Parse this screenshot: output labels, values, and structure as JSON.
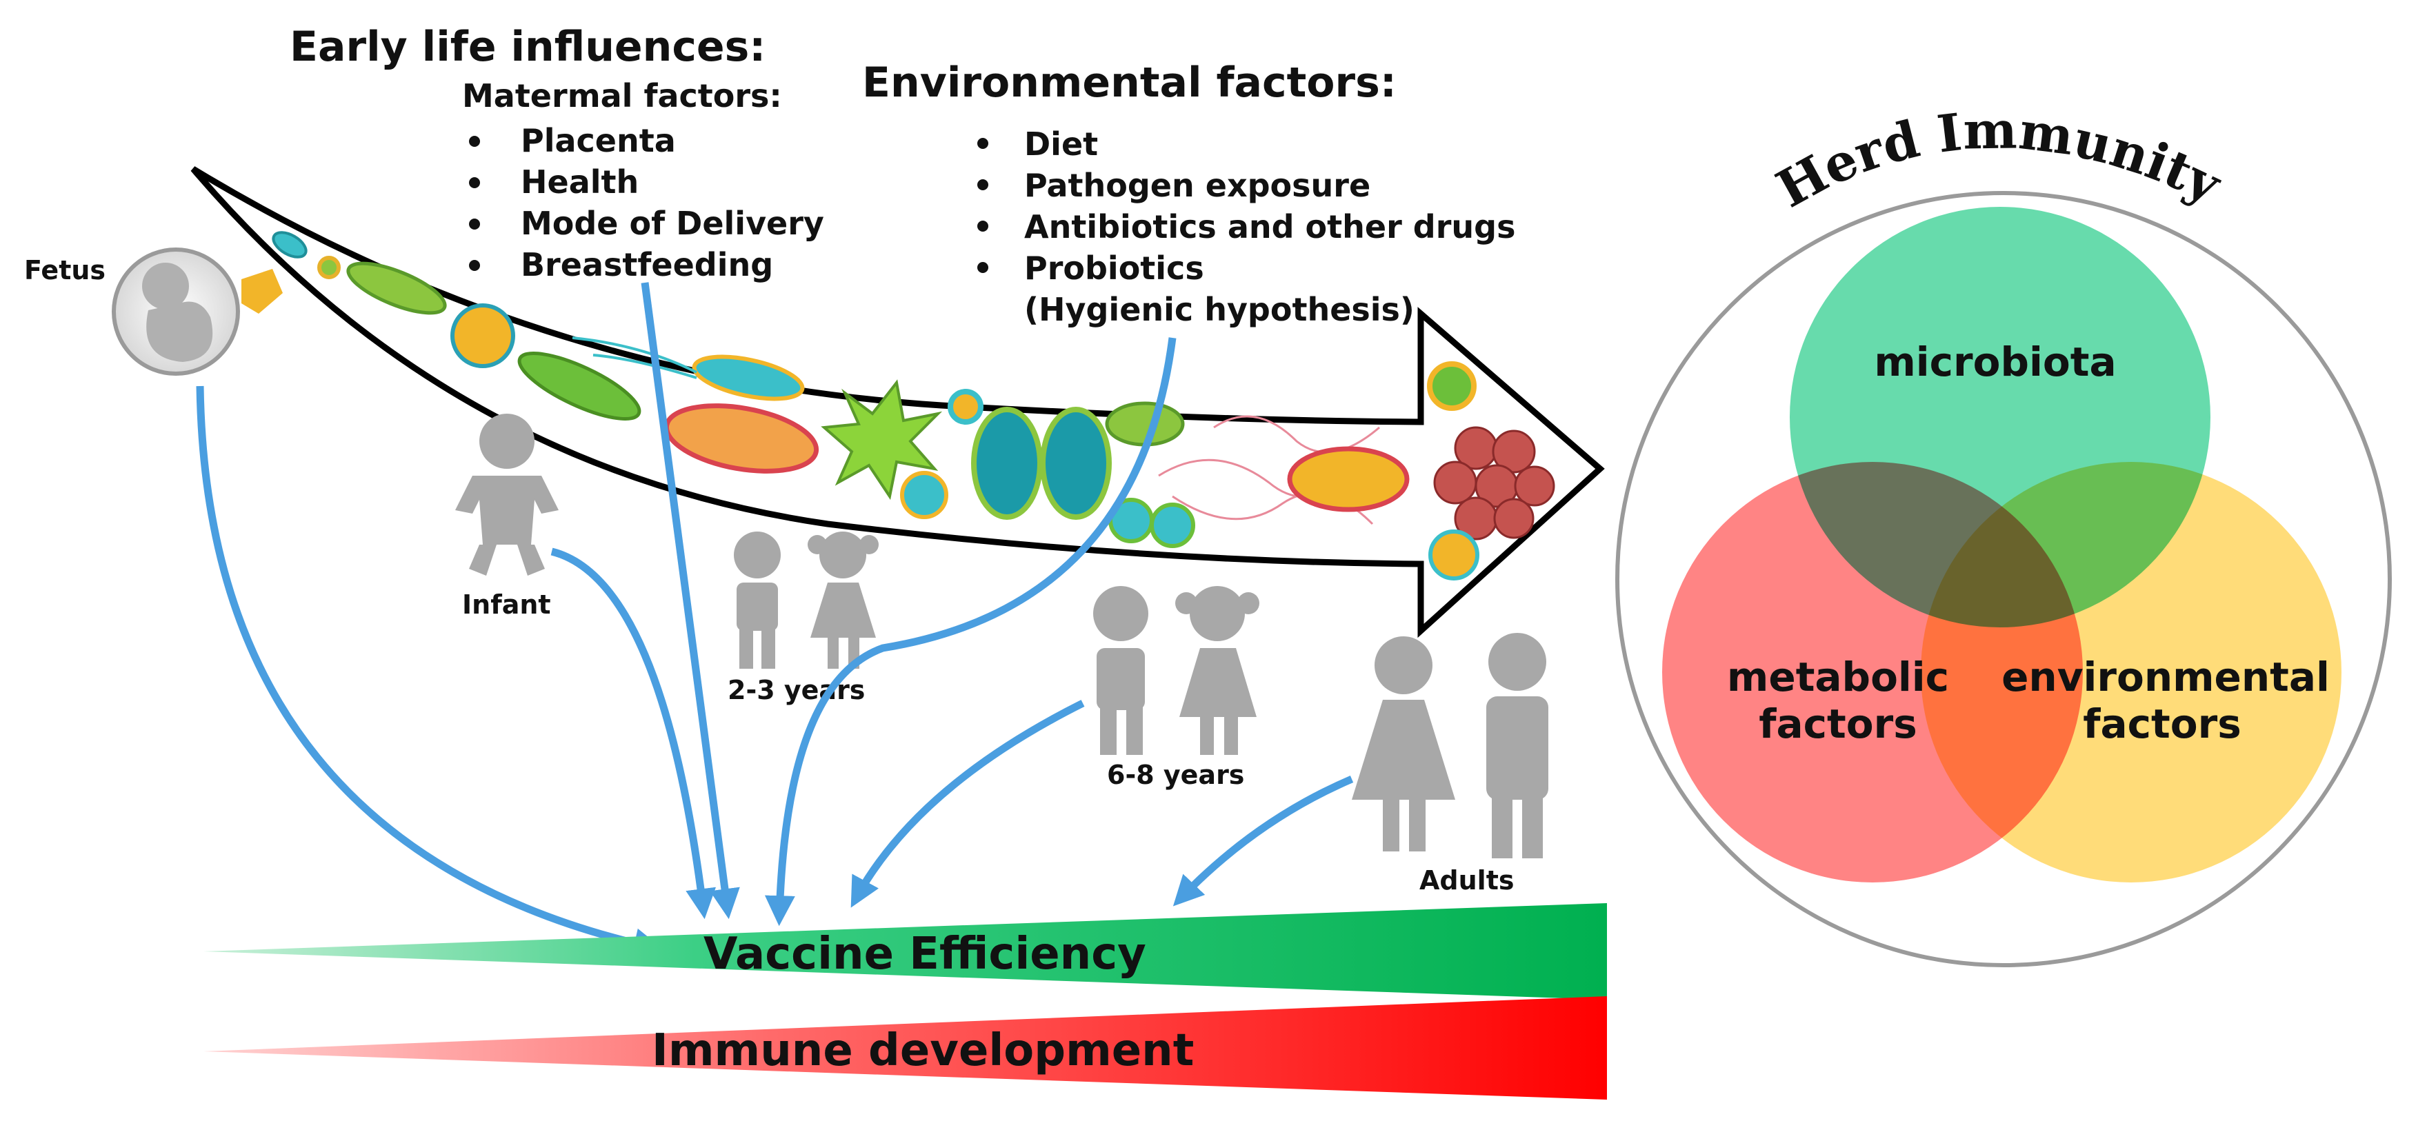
{
  "early_life": {
    "title": "Early life influences:",
    "subtitle": "Matermal factors:",
    "items": [
      "Placenta",
      "Health",
      "Mode of Delivery",
      "Breastfeeding"
    ]
  },
  "environmental": {
    "title": "Environmental factors:",
    "items": [
      "Diet",
      "Pathogen exposure",
      "Antibiotics and other drugs",
      "Probiotics",
      "(Hygienic hypothesis)"
    ]
  },
  "stages": {
    "fetus": "Fetus",
    "infant": "Infant",
    "toddler": "2-3 years",
    "child": "6-8 years",
    "adults": "Adults"
  },
  "bars": {
    "vaccine": "Vaccine Efficiency",
    "immune": "Immune development"
  },
  "herd": {
    "title": "Herd Immunity",
    "circles": {
      "microbiota": "microbiota",
      "metabolic_1": "metabolic",
      "metabolic_2": "factors",
      "environmental_1": "environmental",
      "environmental_2": "factors"
    }
  },
  "colors": {
    "arrow_blue": "#4a9ee0",
    "figure_gray": "#a8a8a8",
    "vaccine_green": "#00b050",
    "immune_red": "#ff0000",
    "venn_green": "#3dd39b",
    "venn_red": "#ff5a5a",
    "venn_yellow": "#ffd45a"
  }
}
